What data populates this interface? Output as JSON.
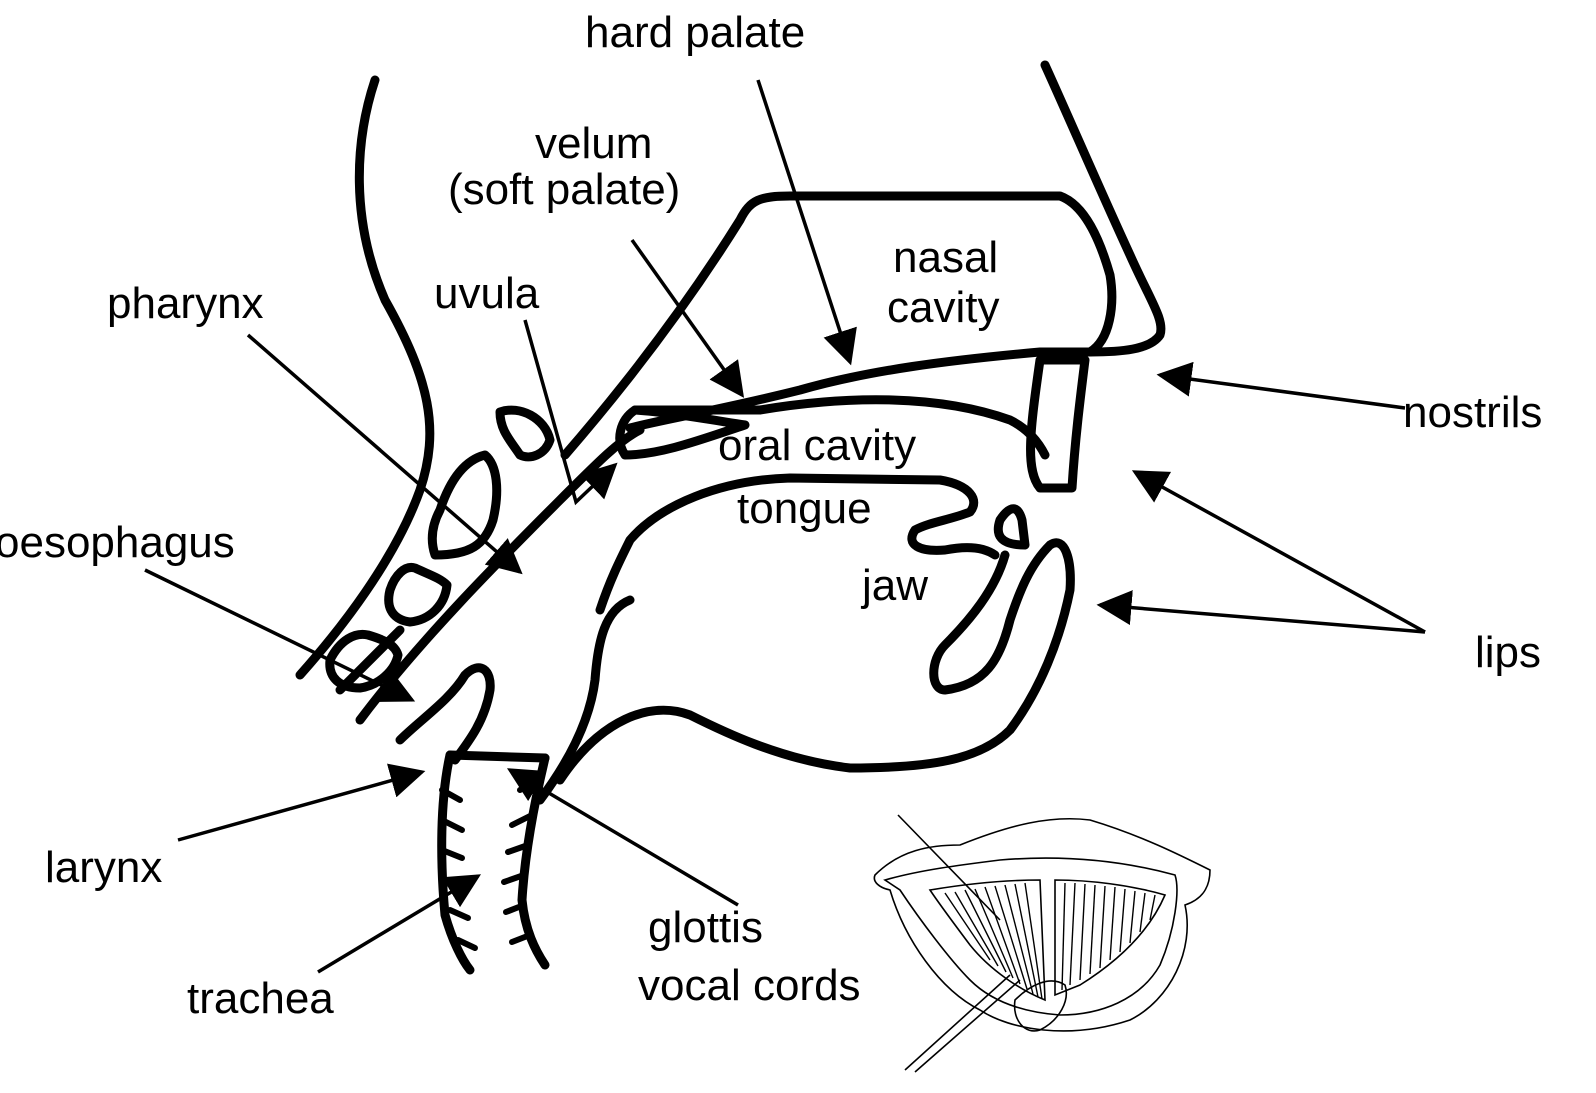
{
  "labels": {
    "hard_palate": "hard palate",
    "velum": "velum",
    "soft_palate": "(soft palate)",
    "nasal": "nasal",
    "cavity": "cavity",
    "uvula": "uvula",
    "pharynx": "pharynx",
    "oral_cavity": "oral cavity",
    "tongue": "tongue",
    "oesophagus": "oesophagus",
    "jaw": "jaw",
    "nostrils": "nostrils",
    "lips": "lips",
    "larynx": "larynx",
    "glottis": "glottis",
    "vocal_cords": "vocal cords",
    "trachea": "trachea"
  },
  "colors": {
    "ink": "#000000",
    "background": "#ffffff"
  }
}
